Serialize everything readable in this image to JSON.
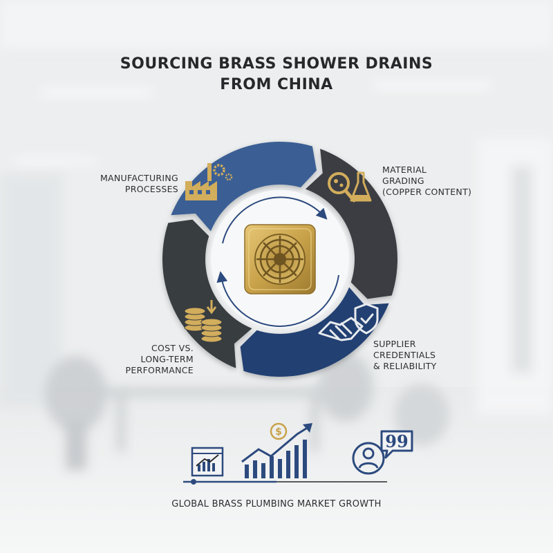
{
  "title": {
    "line1": "SOURCING BRASS SHOWER DRAINS",
    "line2": "FROM CHINA"
  },
  "cycle": [
    {
      "id": "manufacturing",
      "lines": [
        "MANUFACTURING",
        "PROCESSES"
      ],
      "icon": "factory-gear-icon",
      "color": "#3b5f94"
    },
    {
      "id": "material",
      "lines": [
        "MATERIAL",
        "GRADING",
        "(COPPER CONTENT)"
      ],
      "icon": "magnifier-flask-icon",
      "color": "#3a3d42"
    },
    {
      "id": "supplier",
      "lines": [
        "SUPPLIER",
        "CREDENTIALS",
        "& RELIABILITY"
      ],
      "icon": "handshake-shield-icon",
      "color": "#223f72"
    },
    {
      "id": "cost",
      "lines": [
        "COST VS.",
        "LONG-TERM",
        "PERFORMANCE"
      ],
      "icon": "coin-stack-icon",
      "color": "#393c41"
    }
  ],
  "center": {
    "icon": "brass-drain-icon",
    "accent": "#c9a24a"
  },
  "footer": {
    "text": "GLOBAL BRASS PLUMBING MARKET GROWTH"
  },
  "bottom_icons": [
    "chart-window-icon",
    "growth-bars-dollar-icon",
    "customer-feedback-icon"
  ]
}
